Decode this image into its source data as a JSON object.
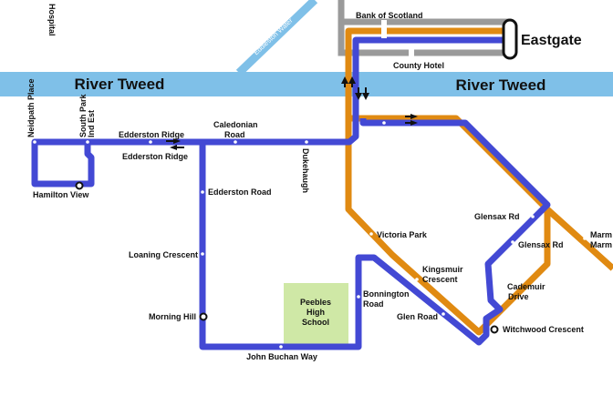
{
  "colors": {
    "river": "#7fc0e8",
    "route_blue": "#4349d4",
    "route_orange": "#e08a12",
    "route_grey": "#9a9a9a",
    "school": "#cfe8a6",
    "background": "#ffffff"
  },
  "river": {
    "label_west": "River Tweed",
    "label_east": "River Tweed",
    "tributary_label": "Eddleston Water"
  },
  "terminus": {
    "label": "Eastgate"
  },
  "stops": {
    "hospital": "Hospital",
    "bank_of_scotland": "Bank of Scotland",
    "county_hotel": "County Hotel",
    "neidpath_place": "Neidpath Place",
    "south_park_line1": "South Park",
    "south_park_line2": "Ind Est",
    "edderston_ridge_north": "Edderston Ridge",
    "edderston_ridge_south": "Edderston Ridge",
    "caledonian_line1": "Caledonian",
    "caledonian_line2": "Road",
    "dukehaugh": "Dukehaugh",
    "hamilton_view": "Hamilton View",
    "edderston_road": "Edderston Road",
    "loaning_crescent": "Loaning Crescent",
    "morning_hill": "Morning Hill",
    "john_buchan_way": "John Buchan Way",
    "victoria_park": "Victoria Park",
    "glensax_rd_north": "Glensax Rd",
    "glensax_rd_south": "Glensax Rd",
    "kingsmuir_line1": "Kingsmuir",
    "kingsmuir_line2": "Crescent",
    "bonnington_line1": "Bonnington",
    "bonnington_line2": "Road",
    "glen_road": "Glen Road",
    "cademuir_line1": "Cademuir",
    "cademuir_line2": "Drive",
    "witchwood_crescent": "Witchwood Crescent",
    "marm_1": "Marm",
    "marm_2": "Marm"
  },
  "landmarks": {
    "school_line1": "Peebles",
    "school_line2": "High",
    "school_line3": "School"
  }
}
